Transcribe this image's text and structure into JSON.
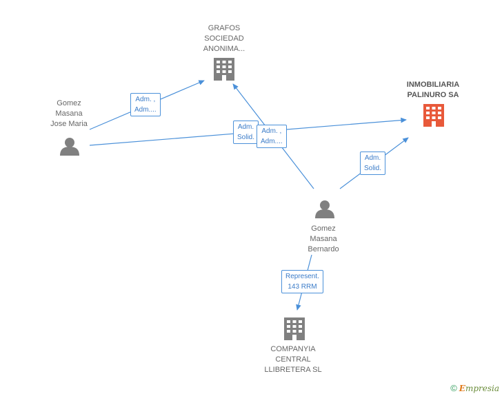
{
  "colors": {
    "edge": "#4a90d9",
    "person": "#808080",
    "company": "#808080",
    "focus_company": "#e8593a"
  },
  "nodes": {
    "grafos": {
      "label": "GRAFOS\nSOCIEDAD\nANONIMA...",
      "icon": "building-icon"
    },
    "inmobiliaria": {
      "label": "INMOBILIARIA\nPALINURO SA",
      "icon": "building-icon"
    },
    "jose_maria": {
      "label": "Gomez\nMasana\nJose Maria",
      "icon": "person-icon"
    },
    "bernardo": {
      "label": "Gomez\nMasana\nBernardo",
      "icon": "person-icon"
    },
    "companyia": {
      "label": "COMPANYIA\nCENTRAL\nLLIBRETERA SL",
      "icon": "building-icon"
    }
  },
  "edges": {
    "jm_grafos": "Adm. ,\nAdm....",
    "jm_inmobiliaria": "Adm.\nSolid.",
    "bern_grafos": "Adm. ,\nAdm....",
    "bern_inmobiliaria": "Adm.\nSolid.",
    "bern_companyia": "Represent.\n143 RRM"
  },
  "footer": {
    "copyright": "©",
    "brand_initial": "E",
    "brand_rest": "mpresia"
  }
}
